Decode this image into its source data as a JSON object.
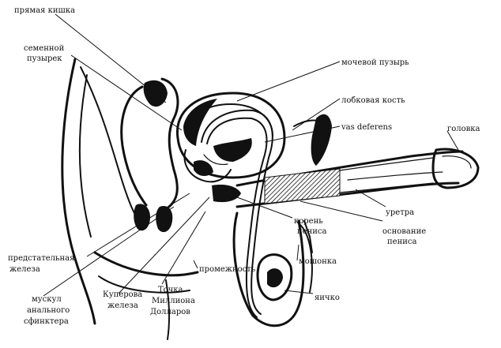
{
  "labels": {
    "rectum": "прямая кишка",
    "seminal_vesicle_1": "семенной",
    "seminal_vesicle_2": "пузырек",
    "bladder": "мочевой пузырь",
    "pubic_bone": "лобковая кость",
    "vas_deferens": "vas deferens",
    "glans": "головка",
    "urethra": "уретра",
    "root_1": "корень",
    "root_2": "пениса",
    "base_1": "основание",
    "base_2": "пениса",
    "prostate_1": "предстательная",
    "prostate_2": "железа",
    "perineum": "промежность",
    "scrotum": "мошонка",
    "sphincter_1": "мускул",
    "sphincter_2": "анального",
    "sphincter_3": "сфинктера",
    "cowper_1": "Куперова",
    "cowper_2": "железа",
    "million_1": "Точка",
    "million_2": "Миллиона",
    "million_3": "Долларов",
    "testicle": "яичко"
  }
}
